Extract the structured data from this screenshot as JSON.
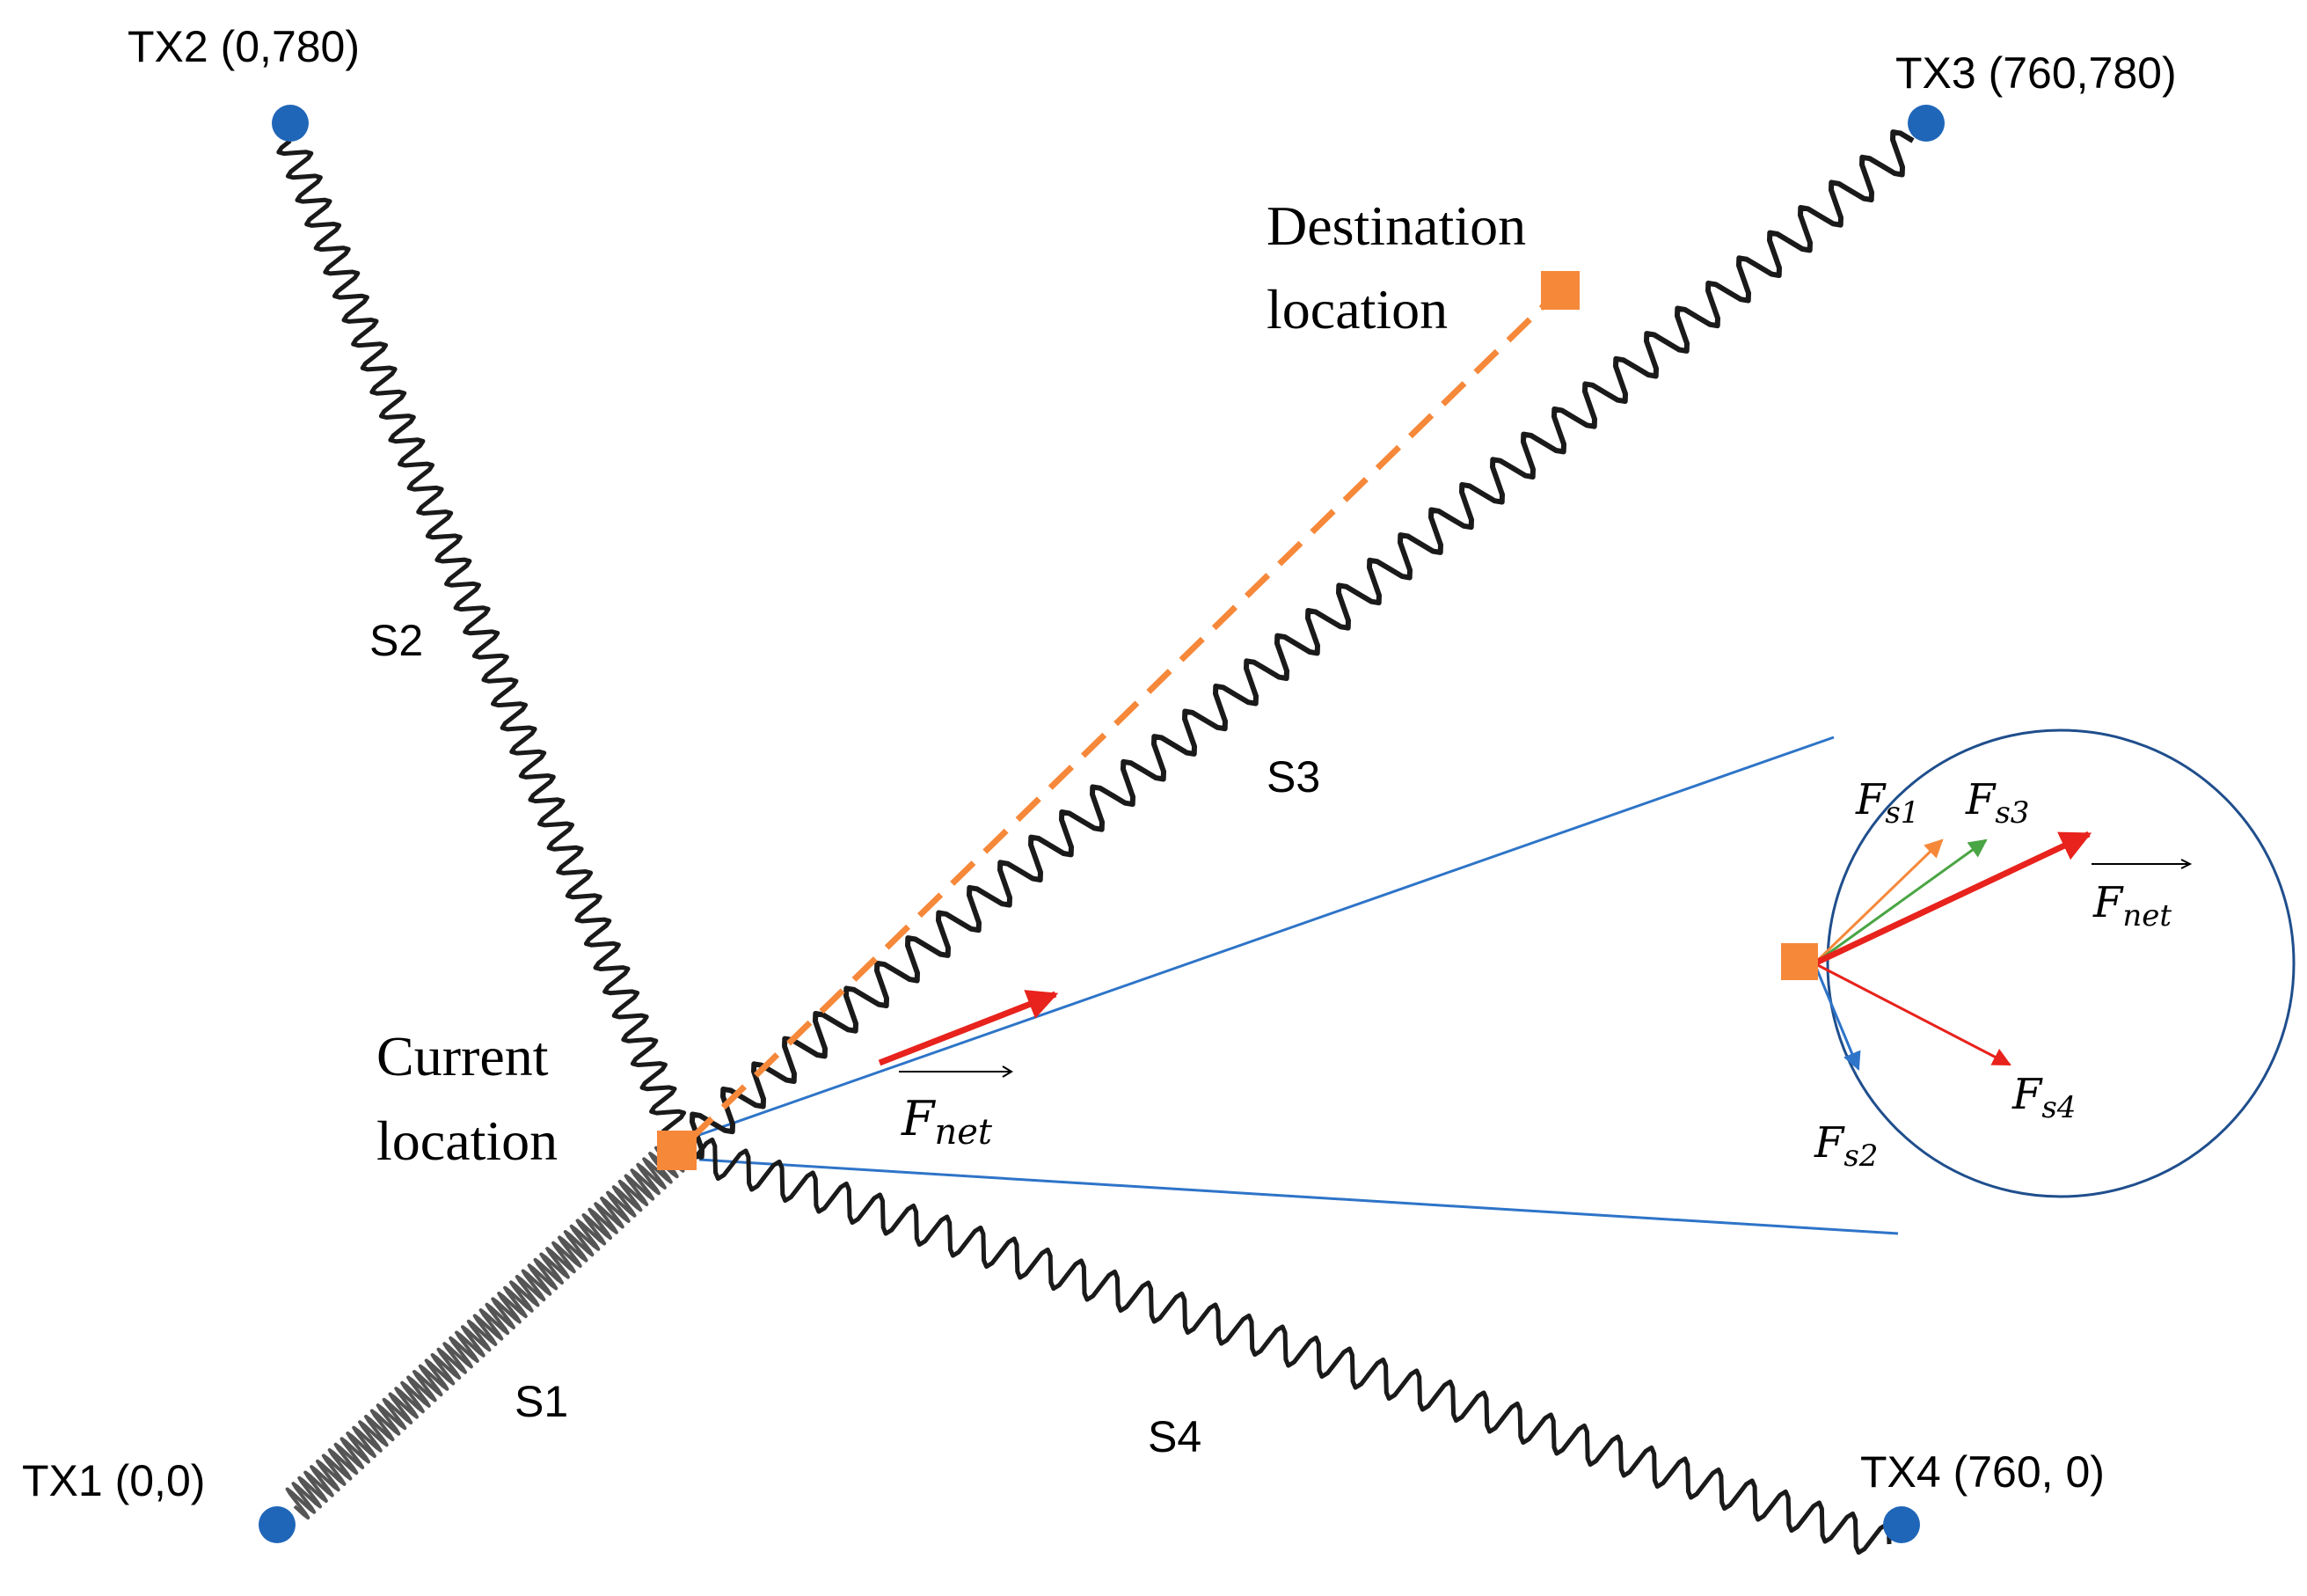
{
  "transmitters": [
    {
      "id": "tx1",
      "label": "TX1 (0,0)"
    },
    {
      "id": "tx2",
      "label": "TX2 (0,780)"
    },
    {
      "id": "tx3",
      "label": "TX3 (760,780)"
    },
    {
      "id": "tx4",
      "label": "TX4 (760, 0)"
    }
  ],
  "springs": [
    {
      "id": "s1",
      "label": "S1",
      "from": "tx1"
    },
    {
      "id": "s2",
      "label": "S2",
      "from": "tx2"
    },
    {
      "id": "s3",
      "label": "S3",
      "from": "tx3"
    },
    {
      "id": "s4",
      "label": "S4",
      "from": "tx4"
    }
  ],
  "current_location": {
    "line1": "Current",
    "line2": "location"
  },
  "destination_location": {
    "line1": "Destination",
    "line2": "location"
  },
  "net_force": {
    "base": "F",
    "sub": "net"
  },
  "inset_forces": [
    {
      "id": "fs1",
      "base": "F",
      "sub": "s1",
      "color": "#f6883a"
    },
    {
      "id": "fs2",
      "base": "F",
      "sub": "s2",
      "color": "#2e74c8"
    },
    {
      "id": "fs3",
      "base": "F",
      "sub": "s3",
      "color": "#4aa544"
    },
    {
      "id": "fs4",
      "base": "F",
      "sub": "s4",
      "color": "#e8221c"
    }
  ],
  "colors": {
    "transmitter": "#1f66b8",
    "location_marker": "#f6883a",
    "spring": "#1a1a1a",
    "compressed_spring": "#555555",
    "net_force": "#e8221c",
    "zoom_lines": "#2e74c8",
    "inset_circle": "#1f4e8c"
  }
}
